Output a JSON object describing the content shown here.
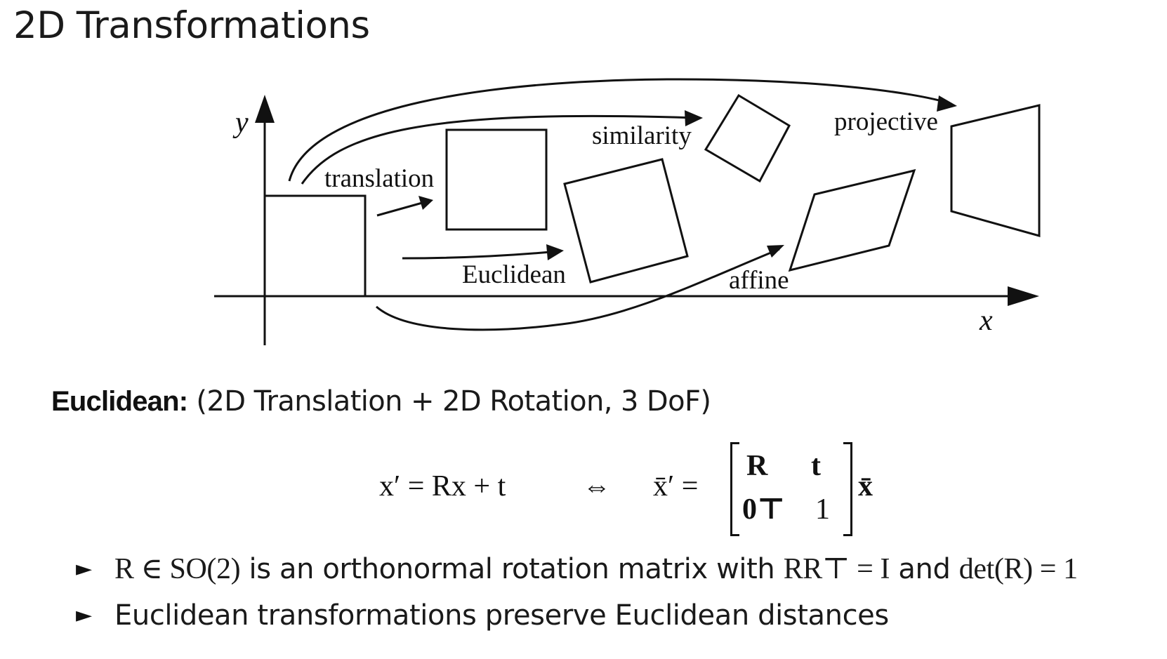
{
  "title": "2D Transformations",
  "diagram": {
    "axis_x_label": "x",
    "axis_y_label": "y",
    "labels": {
      "translation": "translation",
      "euclidean": "Euclidean",
      "similarity": "similarity",
      "affine": "affine",
      "projective": "projective"
    }
  },
  "section": {
    "heading_bold": "Euclidean:",
    "heading_rest": " (2D Translation + 2D Rotation, 3 DoF)"
  },
  "equation": {
    "lhs": "x′ = Rx + t",
    "iff": "⇔",
    "rhs_lhs": "x̄′ =",
    "m11": "R",
    "m12": "t",
    "m21": "0⊤",
    "m22": "1",
    "rhs_vector": "x̄"
  },
  "bullets": [
    {
      "marker": "►",
      "math1": "R ∈ SO(2)",
      "text1": " is an orthonormal rotation matrix with ",
      "math2": "RR⊤ = I",
      "text2": " and ",
      "math3": "det(R) = 1"
    },
    {
      "marker": "►",
      "text": "Euclidean transformations preserve Euclidean distances"
    }
  ]
}
